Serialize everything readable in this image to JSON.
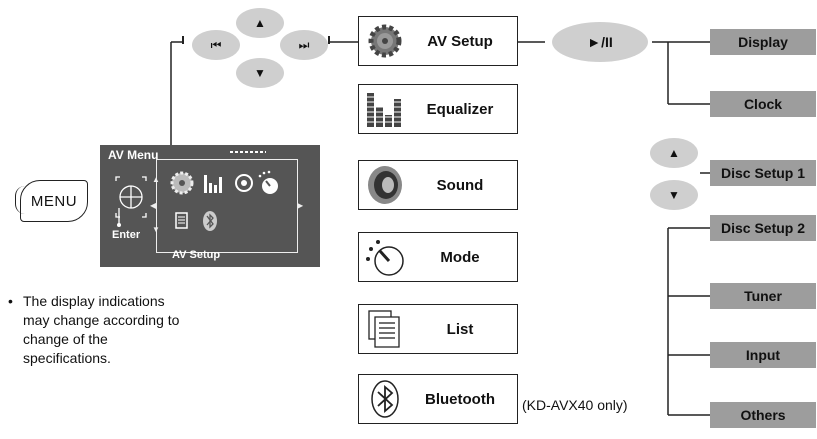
{
  "menu_key": {
    "label": "MENU"
  },
  "screen": {
    "title": "AV Menu",
    "enter_label": "Enter",
    "footer": "AV Setup"
  },
  "nav_buttons": {
    "up": "▲",
    "down": "▼",
    "prev": "⏮",
    "next": "⏭",
    "play_pause": "►/II"
  },
  "menu_items": [
    {
      "label": "AV Setup",
      "icon": "gear-icon"
    },
    {
      "label": "Equalizer",
      "icon": "equalizer-icon"
    },
    {
      "label": "Sound",
      "icon": "speaker-icon"
    },
    {
      "label": "Mode",
      "icon": "mode-dial-icon"
    },
    {
      "label": "List",
      "icon": "list-icon"
    },
    {
      "label": "Bluetooth",
      "icon": "bluetooth-icon"
    }
  ],
  "bluetooth_note": "(KD-AVX40 only)",
  "setup_items": [
    "Display",
    "Clock",
    "Disc Setup 1",
    "Disc Setup 2",
    "Tuner",
    "Input",
    "Others"
  ],
  "disclaimer": "The display indications may change according to change of the specifications.",
  "colors": {
    "tab_grey": "#9d9d9d",
    "oval_grey": "#cfcfcf",
    "screen_grey": "#555555"
  }
}
